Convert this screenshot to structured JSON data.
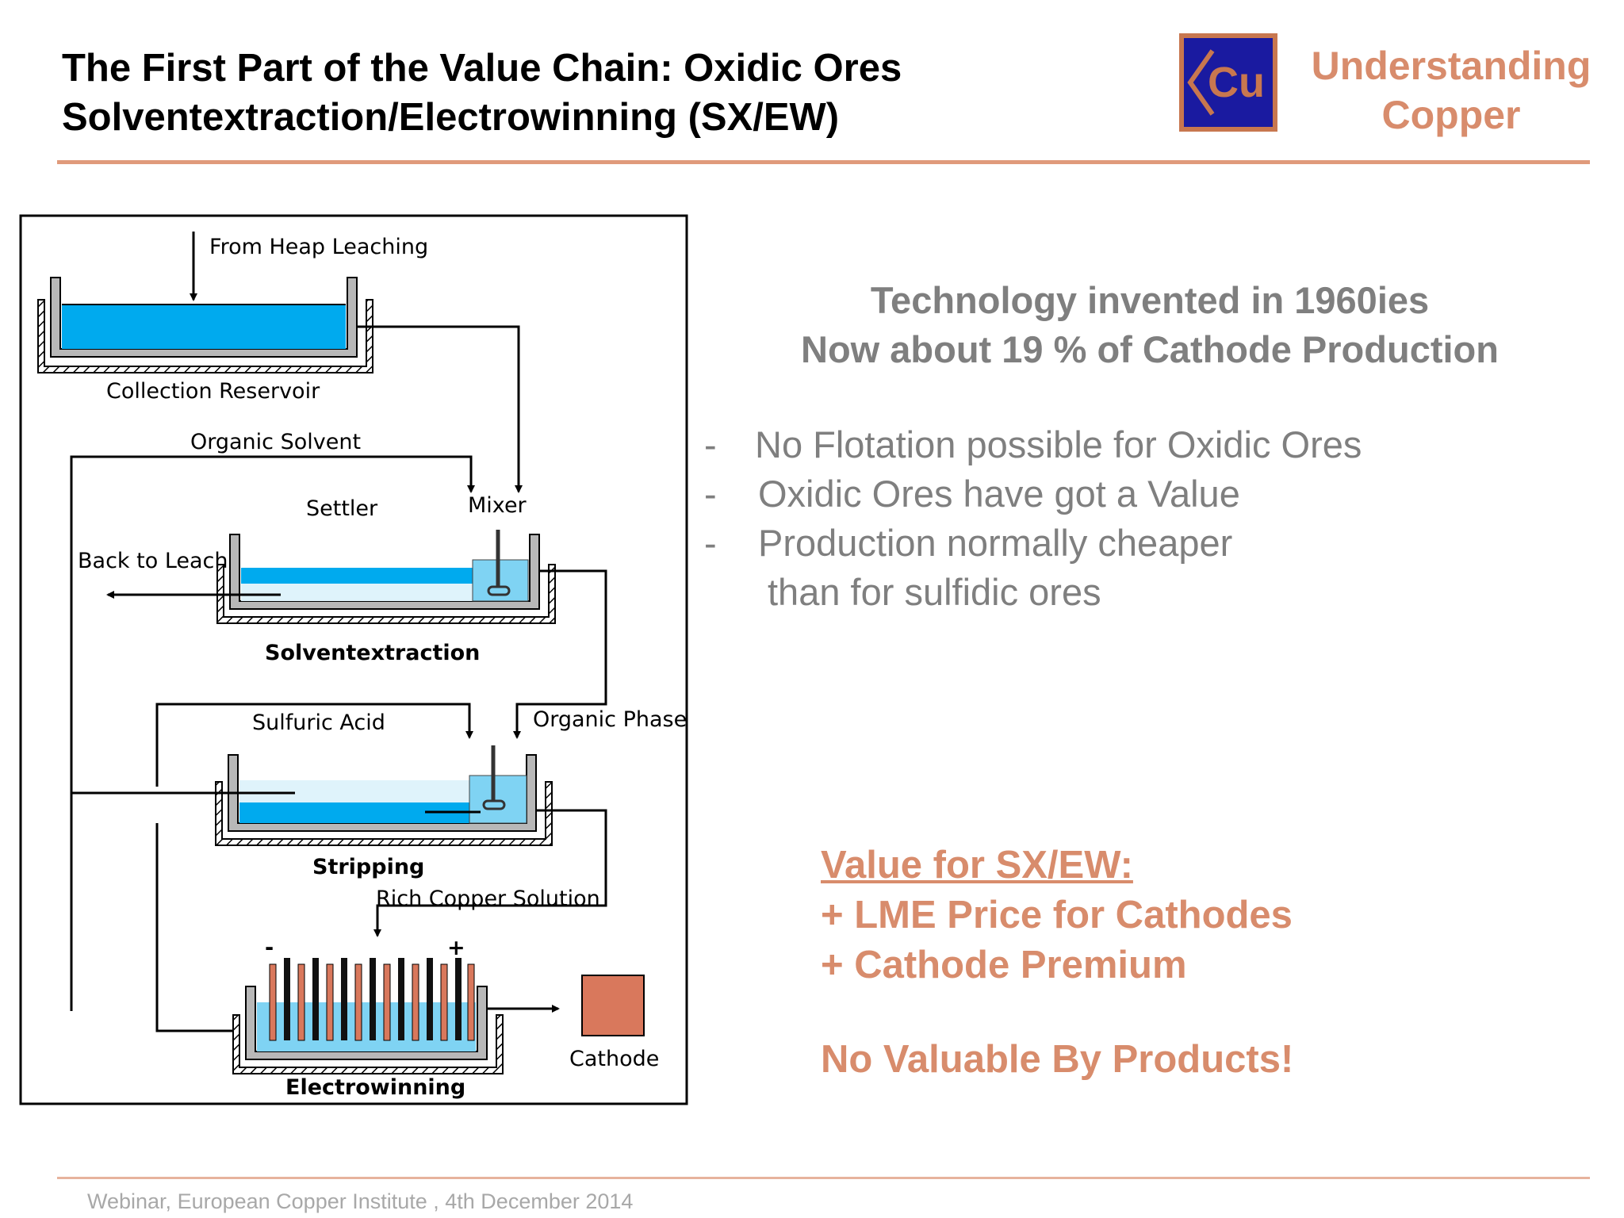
{
  "header": {
    "title_line1": "The First Part of the Value Chain: Oxidic Ores",
    "title_line2": "Solventextraction/Electrowinning (SX/EW)",
    "logo_text": "Cu",
    "brand_line1": "Understanding",
    "brand_line2": "Copper"
  },
  "diagram": {
    "labels": {
      "from_heap": "From Heap Leaching",
      "collection": "Collection Reservoir",
      "organic_solvent": "Organic Solvent",
      "settler": "Settler",
      "mixer": "Mixer",
      "back_to_leach": "Back to Leach",
      "solventextraction": "Solventextraction",
      "sulfuric_acid": "Sulfuric Acid",
      "organic_phase": "Organic Phase",
      "stripping": "Stripping",
      "rich_copper": "Rich Copper Solution",
      "minus": "-",
      "plus": "+",
      "cathode": "Cathode",
      "electrowinning": "Electrowinning"
    }
  },
  "content": {
    "headline_line1": "Technology invented in 1960ies",
    "headline_line2": "Now about 19 % of Cathode Production",
    "bullet_dash": "-",
    "bullets": [
      "No Flotation possible for Oxidic Ores",
      "Oxidic Ores have got a Value",
      "Production normally cheaper"
    ],
    "bullet_continuation": "than for sulfidic ores",
    "value_title": "Value for SX/EW:",
    "value_items": [
      "+ LME Price  for Cathodes",
      "+ Cathode Premium"
    ],
    "no_value": "No Valuable By Products!"
  },
  "colors": {
    "accent": "#d88c6c",
    "rule": "#e09a7b",
    "text_gray": "#7f7f7f",
    "logo_blue": "#1a1aa0",
    "logo_border": "#c8774f",
    "liquid_blue": "#00aaee",
    "liquid_light": "#dff3fb",
    "cathode_fill": "#d9785c"
  },
  "footer": {
    "text": "Webinar, European Copper Institute , 4th December 2014"
  }
}
